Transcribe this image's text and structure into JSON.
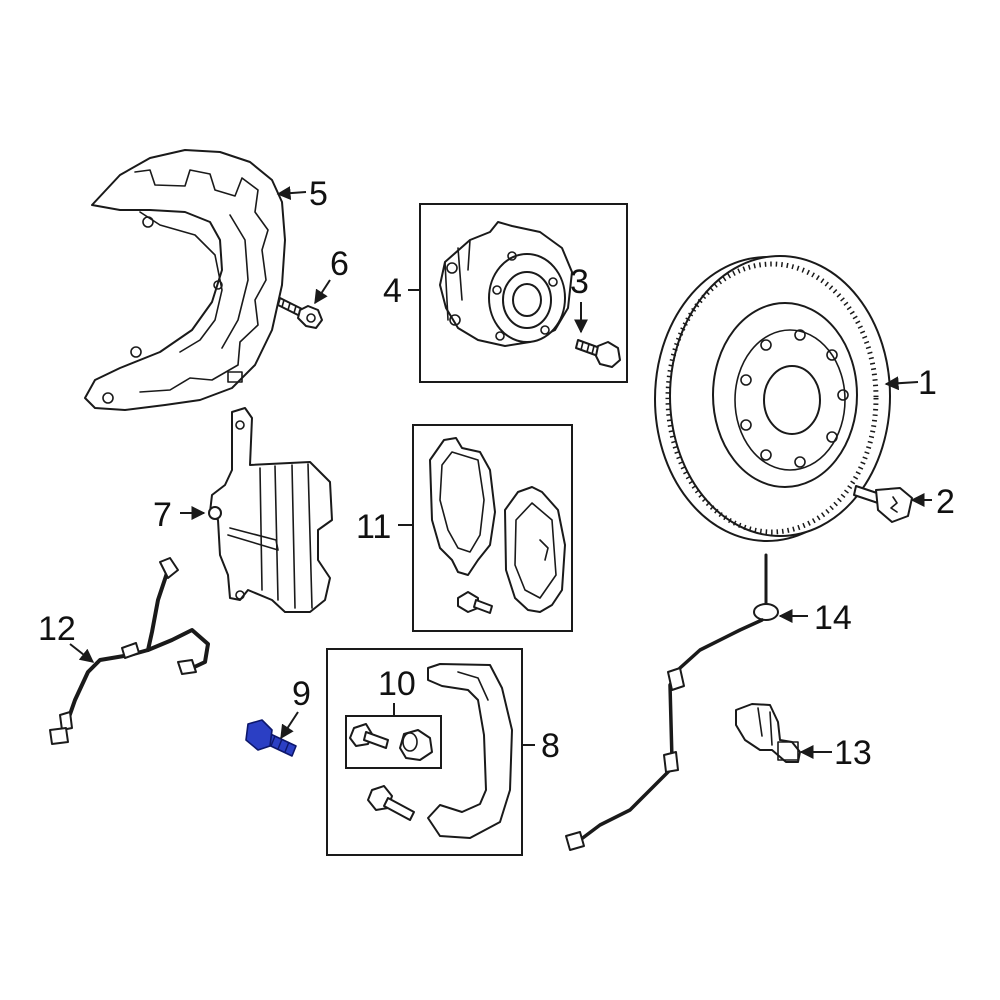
{
  "callouts": [
    "1",
    "2",
    "3",
    "4",
    "5",
    "6",
    "7",
    "8",
    "9",
    "10",
    "11",
    "12",
    "13",
    "14"
  ],
  "highlight_color": "#2b3fc4",
  "highlighted_part": "9"
}
